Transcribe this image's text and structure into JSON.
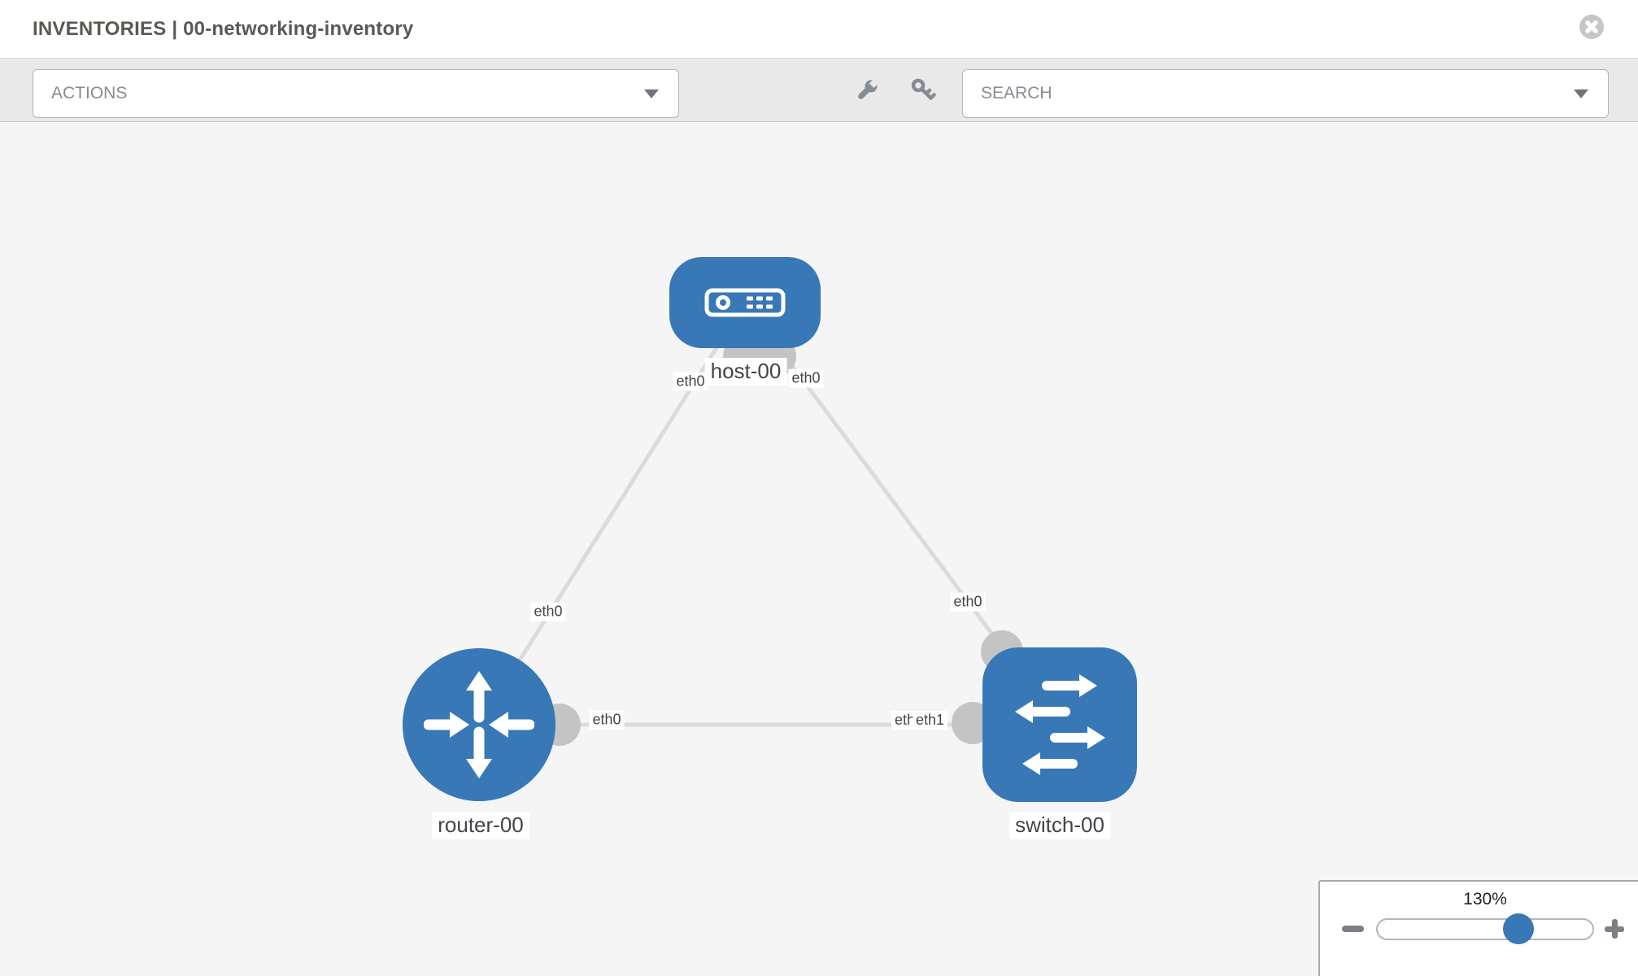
{
  "header": {
    "title": "INVENTORIES | 00-networking-inventory"
  },
  "toolbar": {
    "actions_label": "ACTIONS",
    "search_placeholder": "SEARCH"
  },
  "topology": {
    "nodes": {
      "host": {
        "label": "host-00",
        "type": "host"
      },
      "router": {
        "label": "router-00",
        "type": "router"
      },
      "switch": {
        "label": "switch-00",
        "type": "switch"
      }
    },
    "interfaces": {
      "host_left": "eth0",
      "host_right": "eth0",
      "router_uplink": "eth0",
      "router_lan": "eth0",
      "switch_uplink": "eth0",
      "switch_lan": "eth1",
      "switch_lan_hidden": "eth0"
    },
    "links": [
      {
        "from": "router-00",
        "to": "host-00",
        "from_interface": "eth0",
        "to_interface": "eth0"
      },
      {
        "from": "switch-00",
        "to": "host-00",
        "from_interface": "eth0",
        "to_interface": "eth0"
      },
      {
        "from": "router-00",
        "to": "switch-00",
        "from_interface": "eth0",
        "to_interface": "eth1"
      }
    ]
  },
  "zoom_control": {
    "value": "130%"
  },
  "colors": {
    "node_blue": "#3878b6",
    "port_gray": "#c4c4c4",
    "edge_gray": "#dbdbdb",
    "toolbar_gray": "#e9e9e9"
  }
}
